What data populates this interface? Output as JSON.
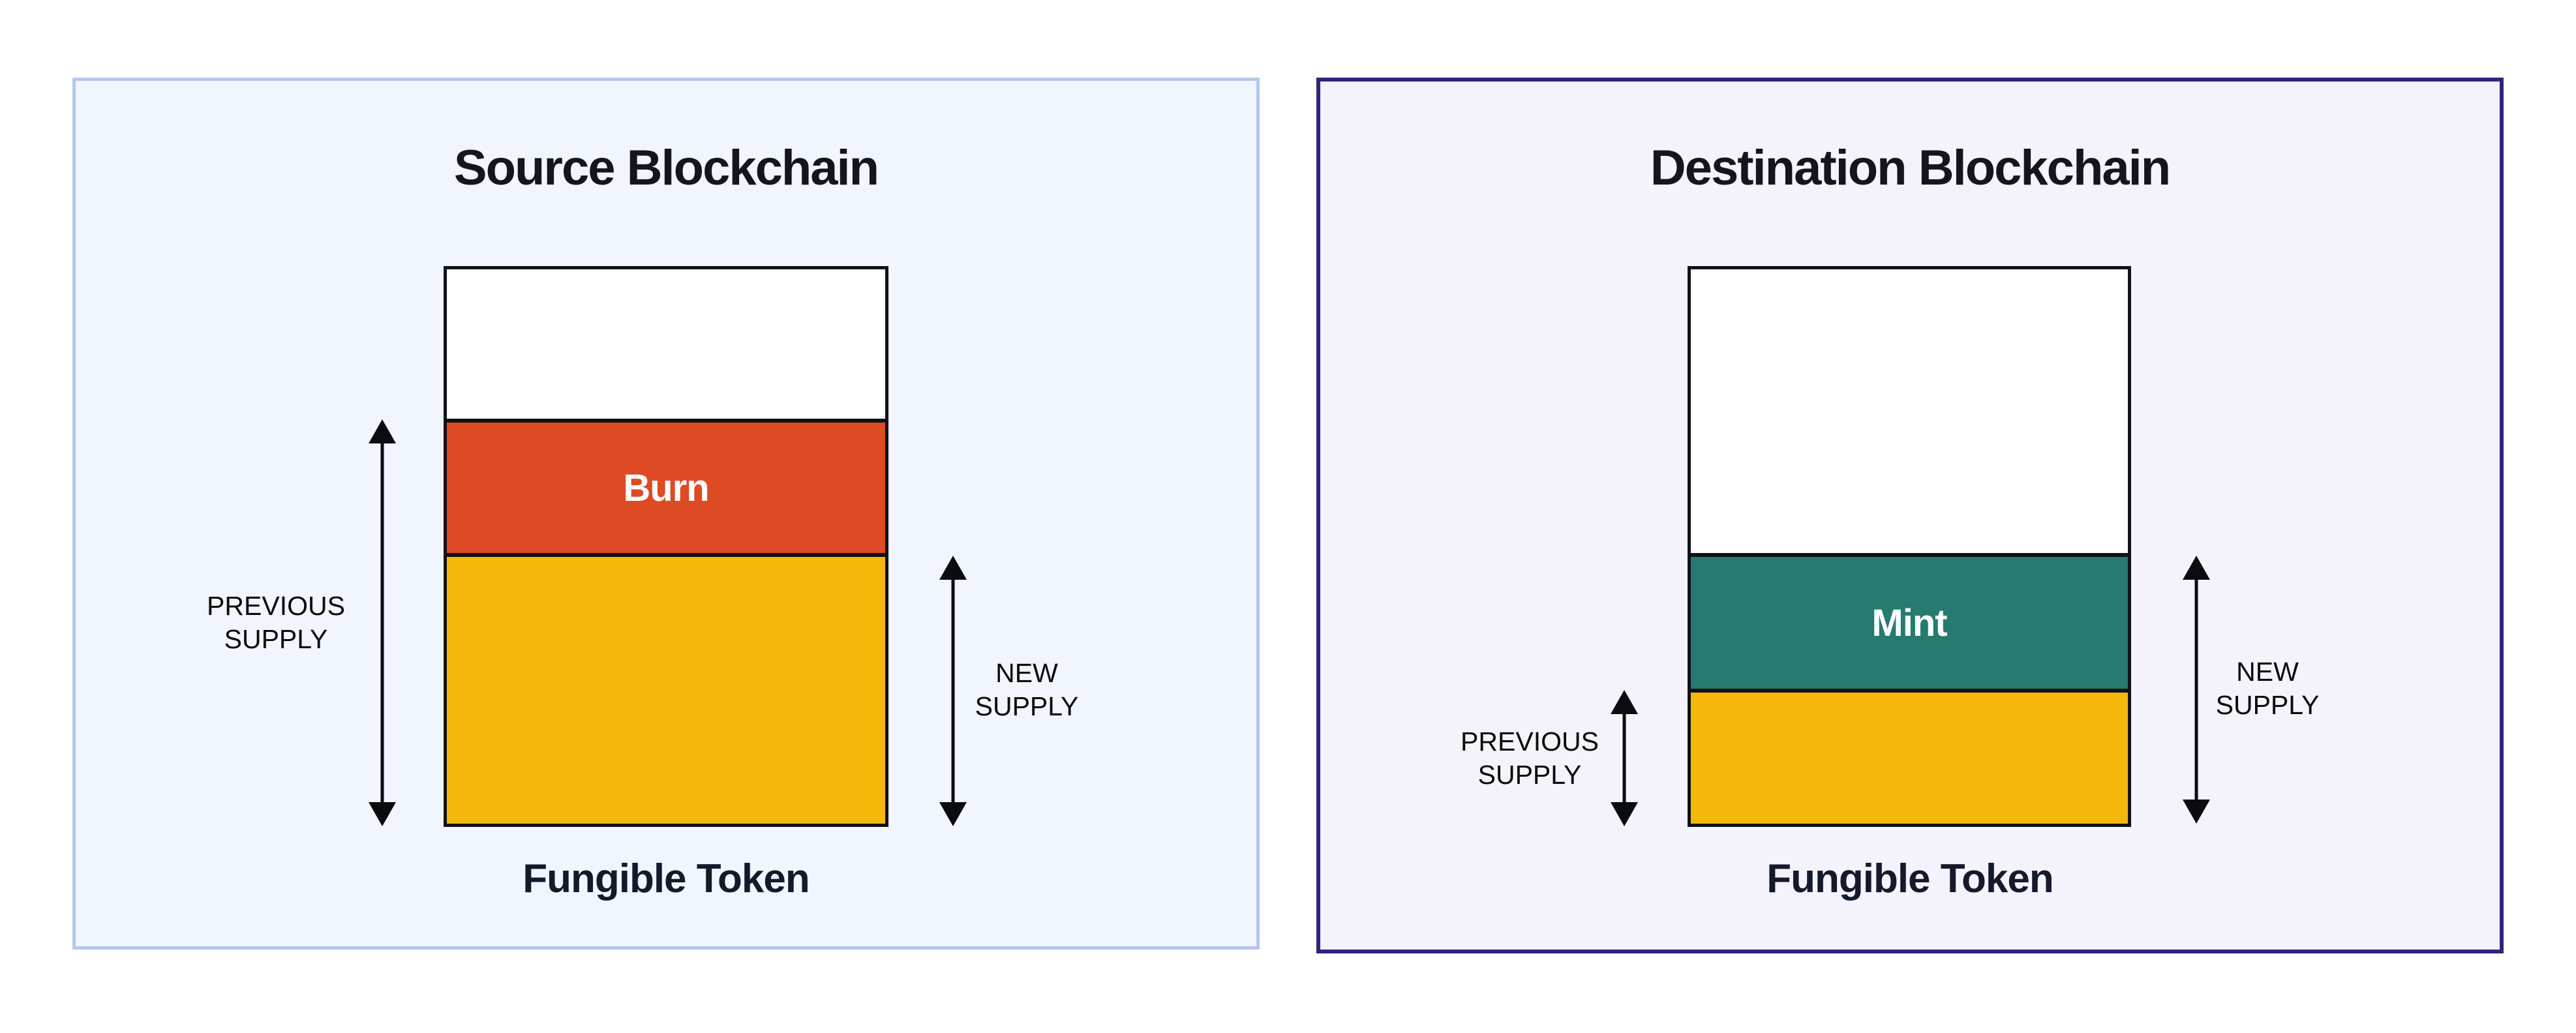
{
  "source_panel": {
    "title": "Source Blockchain",
    "caption": "Fungible Token",
    "bar_label": "Burn",
    "previous_supply_label": {
      "line1": "PREVIOUS",
      "line2": "SUPPLY"
    },
    "new_supply_label": {
      "line1": "NEW",
      "line2": "SUPPLY"
    }
  },
  "destination_panel": {
    "title": "Destination Blockchain",
    "caption": "Fungible Token",
    "bar_label": "Mint",
    "previous_supply_label": {
      "line1": "PREVIOUS",
      "line2": "SUPPLY"
    },
    "new_supply_label": {
      "line1": "NEW",
      "line2": "SUPPLY"
    }
  },
  "colors": {
    "burn_segment": "#de4a23",
    "mint_segment": "#257b70",
    "supply_segment": "#f6b80b",
    "empty_segment": "#ffffff",
    "bar_outline": "#101219",
    "arrow": "#0b0c0f",
    "heading_text": "#15161d",
    "caption_text": "#141a2b",
    "source_panel_background": "#f1f5fd",
    "source_panel_border": "#b4c7f0",
    "destination_panel_border": "#34217e",
    "destination_panel_background": "#f4f2fb",
    "page_background": "#ffffff"
  }
}
